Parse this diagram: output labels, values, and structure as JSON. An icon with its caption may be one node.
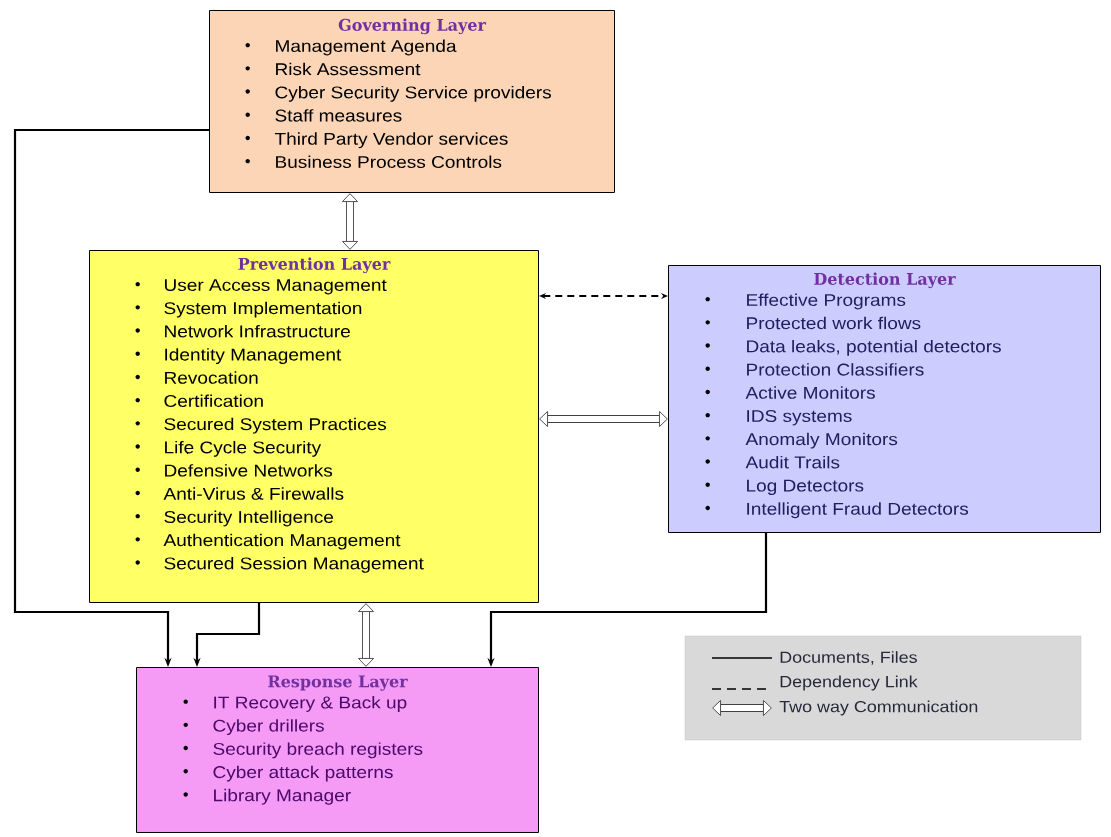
{
  "diagram": {
    "nodes": [
      {
        "text": [
          "Governing Layer",
          "Management Agenda",
          "Risk Assessment",
          "Cyber Security Service providers",
          "Staff measures",
          "Third Party Vendor services",
          "Business Process Controls"
        ]
      },
      {
        "text": [
          "Prevention Layer",
          "User Access Management",
          "System Implementation",
          "Network Infrastructure",
          "Identity Management",
          "Revocation",
          "Certification",
          "Secured System Practices",
          "Life Cycle Security",
          "Defensive Networks",
          "Anti-Virus & Firewalls",
          "Security Intelligence",
          "Authentication Management",
          "Secured Session Management"
        ]
      },
      {
        "text": [
          "Detection Layer",
          "Effective Programs",
          "Protected work flows",
          "Data leaks, potential detectors",
          "Protection Classifiers",
          "Active Monitors",
          "IDS systems",
          "Anomaly Monitors",
          "Audit Trails",
          "Log Detectors",
          "Intelligent Fraud Detectors"
        ]
      },
      {
        "text": [
          "Response Layer",
          "IT Recovery & Back up",
          "Cyber drillers",
          "Security breach registers",
          "Cyber attack patterns",
          "Library Manager"
        ]
      }
    ],
    "edges": [
      {
        "from": 0,
        "to": 3,
        "arrow": "to"
      },
      {
        "from": 0,
        "to": 1,
        "arrow": "both",
        "style": "thick"
      },
      {
        "from": 1,
        "to": 2,
        "arrow": "both",
        "style": "dashed"
      },
      {
        "from": 1,
        "to": 2,
        "arrow": "both",
        "style": "thick"
      },
      {
        "from": 1,
        "to": 3,
        "arrow": "to"
      },
      {
        "from": 1,
        "to": 3,
        "arrow": "both",
        "style": "thick"
      },
      {
        "from": 2,
        "to": 3,
        "arrow": "to"
      }
    ],
    "legend": [
      {
        "text": "Documents, Files"
      },
      {
        "text": "Dependency Link"
      },
      {
        "text": "Two way Communication"
      }
    ]
  }
}
